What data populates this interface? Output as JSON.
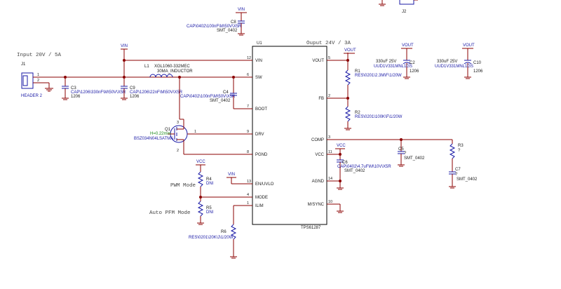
{
  "notes": {
    "input": "Input 20V / 5A",
    "output": "Ouput 24V / 3A",
    "pwm_mode": "PWM Mode",
    "auto_pfm_mode": "Auto PFM Mode",
    "c10_rating": "330uF 25V",
    "c2_rating": "330uF 25V"
  },
  "nets": {
    "vin": "VIN",
    "vout": "VOUT",
    "vcc": "VCC"
  },
  "ic": {
    "ref": "U1",
    "name": "TPS61287",
    "pins_left": [
      {
        "num": "12",
        "name": "VIN"
      },
      {
        "num": "6",
        "name": "SW"
      },
      {
        "num": "7",
        "name": "BOOT"
      },
      {
        "num": "9",
        "name": "DRV"
      },
      {
        "num": "8",
        "name": "PGND"
      },
      {
        "num": "13",
        "name": "EN/UVLO"
      },
      {
        "num": "4",
        "name": "MODE"
      },
      {
        "num": "1",
        "name": "ILIM"
      }
    ],
    "pins_right": [
      {
        "num": "5",
        "name": "VOUT"
      },
      {
        "num": "2",
        "name": "FB"
      },
      {
        "num": "3",
        "name": "COMP"
      },
      {
        "num": "11",
        "name": "VCC"
      },
      {
        "num": "14",
        "name": "AGND"
      },
      {
        "num": "10",
        "name": "M/SYNC"
      }
    ]
  },
  "components": {
    "j1": {
      "ref": "J1",
      "value": "HEADER 2",
      "pin1": "1",
      "pin2": "2"
    },
    "j2": {
      "ref": "J2"
    },
    "c3": {
      "ref": "C3",
      "value": "CAP\\1206\\330nF\\M\\50V\\X5R",
      "pkg": "1206"
    },
    "c9": {
      "ref": "C9",
      "value": "CAP\\1206\\22nF\\M\\50V\\X5R",
      "pkg": "1206"
    },
    "c8": {
      "ref": "C8",
      "value": "CAP\\0402\\100nF\\M\\50V\\X5R",
      "pkg": "SMT_0402"
    },
    "l1": {
      "ref": "L1",
      "value": "XGL1060-332MEC",
      "desc": "30MA_INDUCTOR"
    },
    "c4": {
      "ref": "C4",
      "value": "CAP\\0402\\100nF\\M\\50V\\X5R",
      "pkg": "SMT_0402"
    },
    "q1": {
      "ref": "Q1",
      "value": "BSZ034N04LSATMA",
      "param": "H=0.22mm"
    },
    "r4": {
      "ref": "R4",
      "value": "DNI"
    },
    "r5": {
      "ref": "R5",
      "value": "DNI"
    },
    "r6": {
      "ref": "R6",
      "value": "RES\\0201\\20K\\J\\1/20W"
    },
    "r1": {
      "ref": "R1",
      "value": "RES\\0201\\2.3M\\F\\1/20W"
    },
    "r2": {
      "ref": "R2",
      "value": "RES\\0201\\100K\\F\\1/20W"
    },
    "c2": {
      "ref": "C2",
      "value": "UUD1V331MNL1GS",
      "pkg": "1206"
    },
    "c10": {
      "ref": "C10",
      "value": "UUD1V331MNL1GS",
      "pkg": "1206"
    },
    "c6": {
      "ref": "C6",
      "value": "CAP\\0402\\4.7uF\\M\\10V\\X5R",
      "pkg": "SMT_0402"
    },
    "c5": {
      "ref": "C5",
      "value": "?",
      "pkg": "SMT_0402"
    },
    "r3": {
      "ref": "R3",
      "value": "?"
    },
    "c7": {
      "ref": "C7",
      "value": "?",
      "pkg": "SMT_0402"
    }
  }
}
